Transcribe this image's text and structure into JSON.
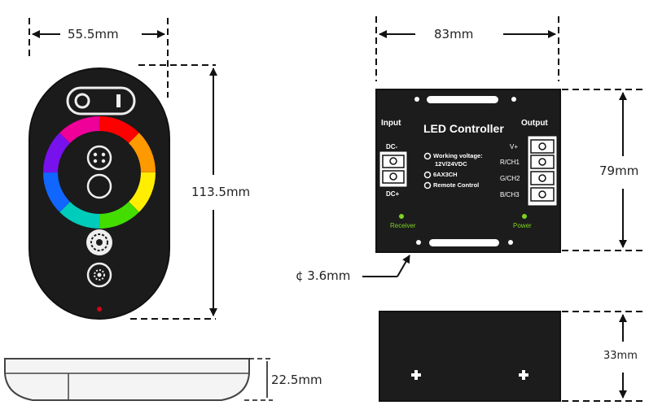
{
  "dimensions": {
    "remote_width": "55.5mm",
    "remote_height": "113.5mm",
    "remote_thickness": "22.5mm",
    "controller_width": "83mm",
    "controller_height": "79mm",
    "controller_thickness": "33mm",
    "hole_diameter": "¢ 3.6mm"
  },
  "controller": {
    "title": "LED Controller",
    "input_label": "Input",
    "output_label": "Output",
    "dc_minus": "DC-",
    "dc_plus": "DC+",
    "spec_voltage_line1": "Working voltage:",
    "spec_voltage_line2": "12V/24VDC",
    "spec_current": "6AX3CH",
    "spec_remote": "Remote Control",
    "out_v": "V+",
    "out_r": "R/CH1",
    "out_g": "G/CH2",
    "out_b": "B/CH3",
    "receiver": "Receiver",
    "power": "Power"
  },
  "colors": {
    "body": "#1c1c1c",
    "led_green": "#7ed321",
    "led_red": "#d0021b"
  }
}
